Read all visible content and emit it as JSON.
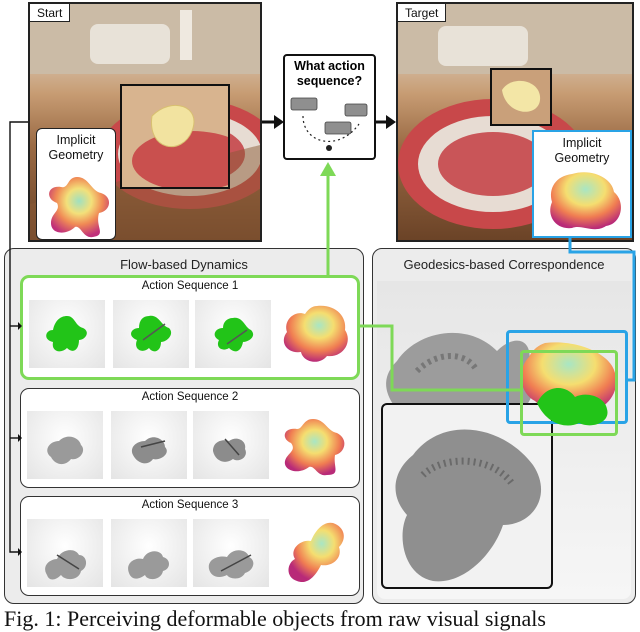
{
  "start_label": "Start",
  "target_label": "Target",
  "question": "What action sequence?",
  "implicit_geometry_left": "Implicit Geometry",
  "implicit_geometry_right": "Implicit Geometry",
  "flow_panel_title": "Flow-based Dynamics",
  "geo_panel_title": "Geodesics-based Correspondence",
  "sequences": [
    {
      "label": "Action Sequence 1"
    },
    {
      "label": "Action Sequence 2"
    },
    {
      "label": "Action Sequence 3"
    }
  ],
  "caption": "Fig. 1: Perceiving deformable objects from raw visual signals",
  "colors": {
    "highlight_green": "#7ed957",
    "highlight_blue": "#29a3e6"
  }
}
